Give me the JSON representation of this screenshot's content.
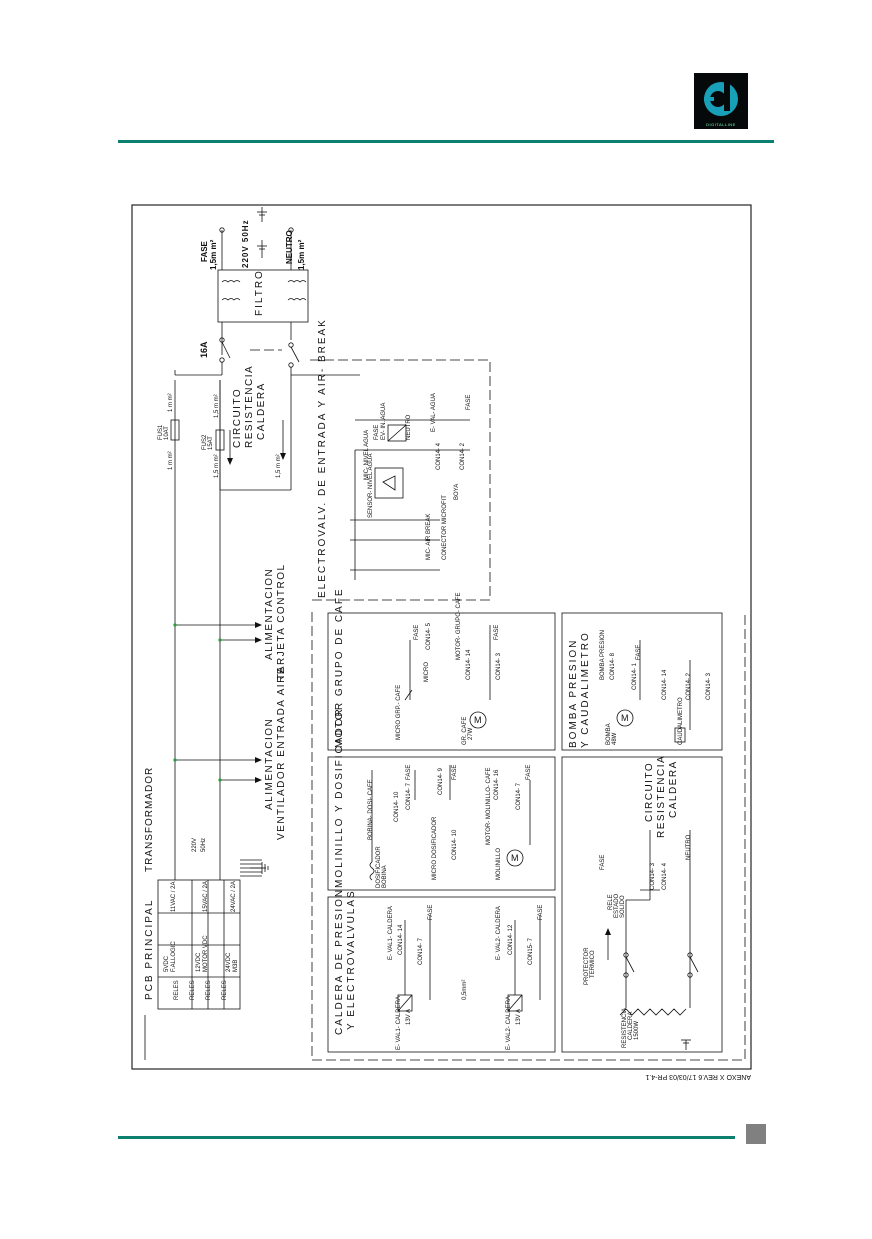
{
  "logo": {
    "caption": "DIGITALLINE"
  },
  "footer_ref": "ANEXO X REV.6 17/03/03 PR-4.1",
  "sections": {
    "pcb": "PCB PRINCIPAL",
    "transformer": "TRANSFORMADOR",
    "caldera": "CALDERA DE PRESION",
    "caldera_sub": "Y ELECTROVALVULAS",
    "molinillo": "MOLINILLO Y DOSIFICADOR",
    "motor_grupo": "MOTOR GRUPO DE CAFE",
    "bomba": "BOMBA PRESION",
    "bomba_sub": "Y CAUDALIMETRO",
    "resistencia": "CIRCUITO",
    "resistencia_2": "RESISTENCIA",
    "resistencia_3": "CALDERA",
    "resistencia_top": "CIRCUITO",
    "resistencia_top_2": "RESISTENCIA",
    "resistencia_top_3": "CALDERA",
    "electroval": "ELECTROVALV. DE ENTRADA Y AIR- BREAK",
    "alim_tarjeta": "ALIMENTACION",
    "alim_tarjeta_2": "TARJETA CONTROL",
    "alim_vent": "ALIMENTACION",
    "alim_vent_2": "VENTILADOR ENTRADA AIRE"
  },
  "labels": {
    "fase": "FASE",
    "fase_section": "1,5m m²",
    "neutro": "NEUTRO",
    "neutro_section": "1,5m m²",
    "supply": "220V 50Hz",
    "filtro": "FILTRO",
    "switch_16a": "16A",
    "fus1": "FUS1",
    "fus1_rating": "10AT",
    "fus2": "FUS2",
    "fus2_rating": "15AT",
    "mm1": "1 m m²",
    "mm15": "1,5 m m²",
    "transformer_v": "220V",
    "transformer_hz": "50Hz",
    "v5": "5VDC",
    "v5_sub": "F.ALLOGIC",
    "v12": "12VDC",
    "v12_sub": "MOTOR VDC",
    "v24": "24VDC",
    "v24_sub": "M3B",
    "vac11": "11VAC / 2A",
    "vac15": "15VAC / 2A",
    "vac24": "24VAC / 2A",
    "reles": "RELES",
    "protector": "PROTECTOR",
    "protector_2": "TERMICO",
    "rele": "RELE",
    "rele_2": "ESTADO",
    "rele_3": "SOLIDO",
    "res_name": "RESISTENCIA",
    "res_name_2": "CALDERA",
    "res_power": "1500W",
    "ev1": "E- VAL1- CALDERA",
    "ev2": "E- VAL2- CALDERA",
    "v13a": "13V A",
    "con14_14": "CON14- 14",
    "con14_7": "CON14- 7",
    "con14_12": "CON14- 12",
    "con15_7": "CON15- 7",
    "neutro_lbl": "NEUTRO",
    "m05": "0,5mm²",
    "dosificador": "DOSIFICADOR",
    "bobina": "BOBINA",
    "micro_dos": "MICRO DOSIFICADOR",
    "molinillo_m": "MOLINILLO",
    "motor_molinillo": "MOTOR- MOLINILLO- CAFE",
    "bobina_dosi": "BOBINA- DOSI- CAFE",
    "micro": "MICRO",
    "motor_grupo_cafe": "MOTOR- GRUPO- CAFE",
    "micro_grp": "MICRO GRP.- CAFE",
    "gr_cafe": "GR. CAFE",
    "w27": "27W",
    "bomba_presion": "BOMBA PRESION",
    "bomba_lbl": "BOMBA",
    "w48": "48W",
    "caudalimetro": "CAUDALIMETRO",
    "sensor_nivel": "SENSOR- NIVEL AGUA",
    "mic_nivel": "MIC- NIVEL AGUA",
    "ev_in": "EV- IN. AGUA",
    "e_val": "E- VAL- AGUA",
    "boya": "BOYA",
    "conector": "CONECTOR MICROFIT",
    "air_break": "MIC- AIR BREAK",
    "con14_5": "CON14- 5",
    "con14_9": "CON14- 9",
    "con14_10": "CON14- 10",
    "con14_16": "CON14- 16",
    "con14_1": "CON14- 1",
    "con14_8": "CON14- 8",
    "con14_2": "CON14- 2",
    "con14_4": "CON14- 4",
    "con14_3": "CON14- 3"
  }
}
